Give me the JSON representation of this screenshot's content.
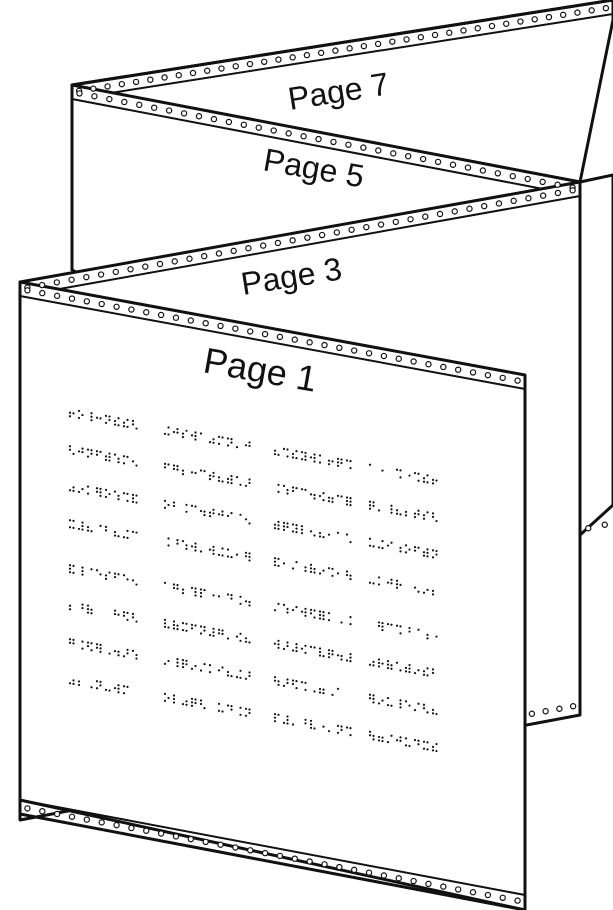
{
  "labels": {
    "page7": "Page 7",
    "page5": "Page 5",
    "page3": "Page 3",
    "page1": "Page 1"
  },
  "colors": {
    "paper": "#ffffff",
    "ink": "#111111"
  },
  "braille": {
    "rows": 8,
    "groups_per_row": 5
  }
}
